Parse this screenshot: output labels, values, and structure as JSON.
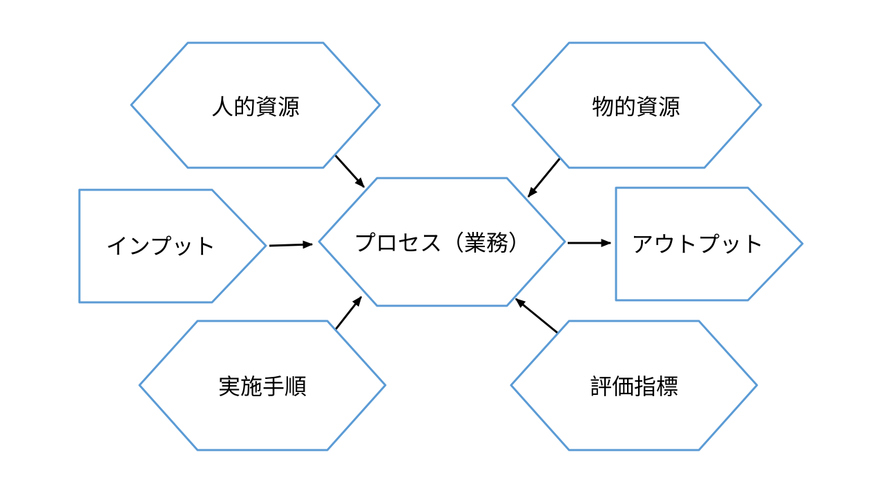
{
  "diagram": {
    "colors": {
      "background": "#ffffff",
      "shape_border": "#5B9BD5",
      "shape_fill": "#ffffff",
      "arrow": "#000000",
      "text": "#000000"
    },
    "nodes": {
      "human_resources": {
        "label": "人的資源",
        "shape": "hexagon",
        "position": "top-left"
      },
      "physical_resources": {
        "label": "物的資源",
        "shape": "hexagon",
        "position": "top-right"
      },
      "input": {
        "label": "インプット",
        "shape": "pentagon-arrow-right",
        "position": "middle-left"
      },
      "process": {
        "label": "プロセス（業務）",
        "shape": "hexagon",
        "position": "center"
      },
      "output": {
        "label": "アウトプット",
        "shape": "pentagon-arrow-right",
        "position": "middle-right"
      },
      "procedure": {
        "label": "実施手順",
        "shape": "hexagon",
        "position": "bottom-left"
      },
      "indicators": {
        "label": "評価指標",
        "shape": "hexagon",
        "position": "bottom-right"
      }
    },
    "edges": [
      {
        "from": "human_resources",
        "to": "process"
      },
      {
        "from": "physical_resources",
        "to": "process"
      },
      {
        "from": "input",
        "to": "process"
      },
      {
        "from": "process",
        "to": "output"
      },
      {
        "from": "procedure",
        "to": "process"
      },
      {
        "from": "indicators",
        "to": "process"
      }
    ]
  }
}
